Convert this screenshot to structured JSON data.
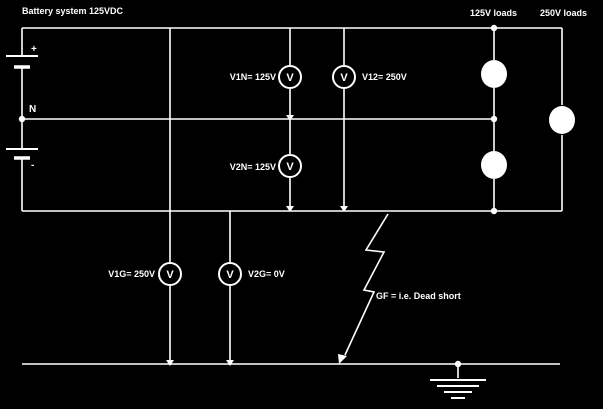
{
  "title": "Battery system 125VDC",
  "loads": {
    "load_125": "125V loads",
    "load_250": "250V loads"
  },
  "battery": {
    "plus": "+",
    "neutral": "N",
    "minus": "-"
  },
  "meters": {
    "v1n": {
      "label": "V1N= 125V",
      "symbol": "V"
    },
    "v12": {
      "label": "V12= 250V",
      "symbol": "V"
    },
    "v2n": {
      "label": "V2N= 125V",
      "symbol": "V"
    },
    "v1g": {
      "label": "V1G= 250V",
      "symbol": "V"
    },
    "v2g": {
      "label": "V2G= 0V",
      "symbol": "V"
    }
  },
  "fault_label": "GF = i.e. Dead short",
  "colors": {
    "background": "#000000",
    "wire": "#ffffff",
    "load_fill": "#ffffff",
    "meter_ring": "#ffffff",
    "meter_text": "#ffffff"
  }
}
